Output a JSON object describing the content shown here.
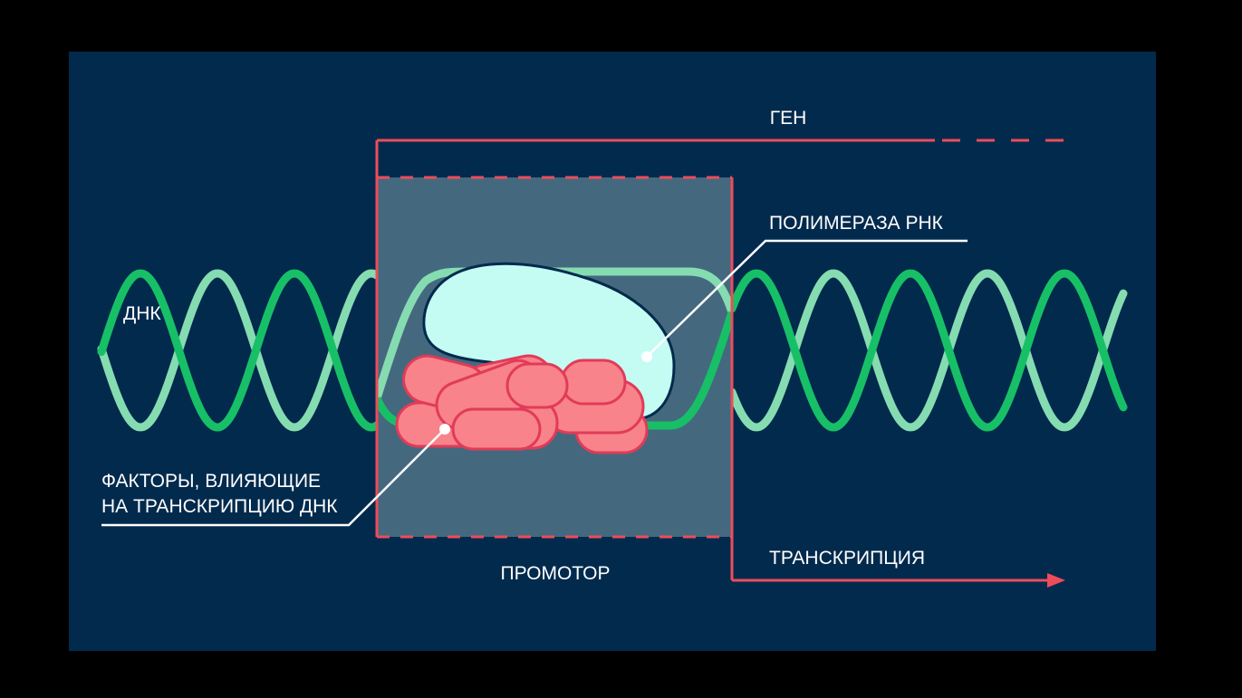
{
  "colors": {
    "outer_background": "#000000",
    "panel_background": "#022a4d",
    "promoter_fill": "#44697f",
    "gene_line": "#ee4c5a",
    "dna_light": "#86dcb1",
    "dna_dark": "#17c066",
    "polymerase_fill": "#c4fbf3",
    "factors_fill": "#f8838b",
    "factors_stroke": "#e13b58",
    "outline": "#022a4d",
    "label_text": "#ffffff"
  },
  "labels": {
    "gene": "ГЕН",
    "polymerase": "ПОЛИМЕРАЗА РНК",
    "dna": "ДНК",
    "factors_line1": "ФАКТОРЫ, ВЛИЯЮЩИЕ",
    "factors_line2": "НА ТРАНСКРИПЦИЮ ДНК",
    "transcription": "ТРАНСКРИПЦИЯ",
    "promoter": "ПРОМОТОР"
  }
}
